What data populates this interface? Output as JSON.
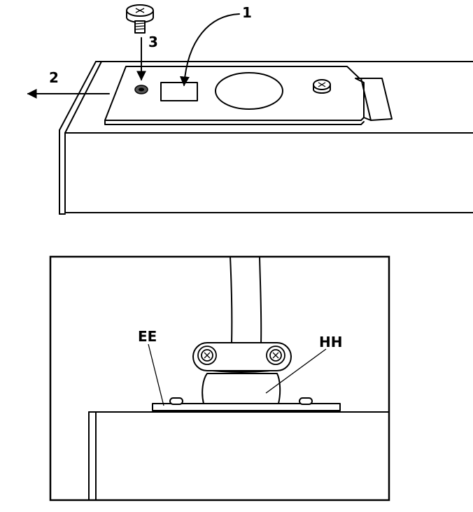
{
  "labels": {
    "callout_1": "1",
    "callout_2": "2",
    "callout_3": "3",
    "callout_ee": "EE",
    "callout_hh": "HH"
  },
  "colors": {
    "line": "#000000",
    "background": "#ffffff",
    "screw_hole": "#555555"
  },
  "icons": {
    "screw": "cross-head-screw-icon",
    "arrow": "arrow-icon"
  }
}
